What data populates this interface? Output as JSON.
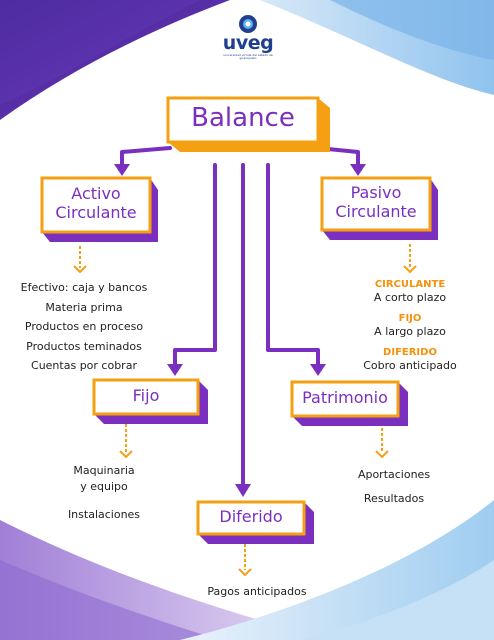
{
  "logo": {
    "word": "uveg",
    "tagline": "universidad virtual del estado de guanajuato"
  },
  "colors": {
    "purple": "#7b2fbf",
    "orange": "#f5a012",
    "navy": "#1f3f8f"
  },
  "root": {
    "label": "Balance"
  },
  "nodes": {
    "activo": {
      "line1": "Activo",
      "line2": "Circulante"
    },
    "pasivo": {
      "line1": "Pasivo",
      "line2": "Circulante"
    },
    "fijo": {
      "label": "Fijo"
    },
    "patrimonio": {
      "label": "Patrimonio"
    },
    "diferido": {
      "label": "Diferido"
    }
  },
  "activo_items": [
    "Efectivo: caja y bancos",
    "Materia prima",
    "Productos en proceso",
    "Productos teminados",
    "Cuentas por cobrar"
  ],
  "pasivo_items": [
    {
      "heading": "CIRCULANTE",
      "text": "A corto plazo"
    },
    {
      "heading": "FIJO",
      "text": "A largo plazo"
    },
    {
      "heading": "DIFERIDO",
      "text": "Cobro anticipado"
    }
  ],
  "fijo_items": {
    "line1": "Maquinaria",
    "line2": "y equipo",
    "line3": "Instalaciones"
  },
  "patrimonio_items": [
    "Aportaciones",
    "Resultados"
  ],
  "diferido_items": [
    "Pagos anticipados"
  ]
}
